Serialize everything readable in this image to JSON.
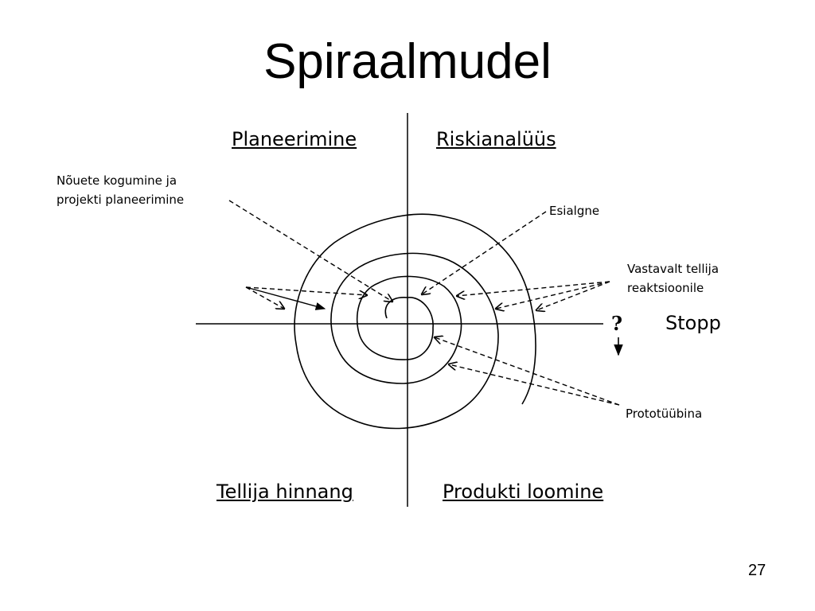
{
  "title": "Spiraalmudel",
  "quadrants": {
    "top_left": "Planeerimine",
    "top_right": "Riskianalüüs",
    "bottom_left": "Tellija hinnang",
    "bottom_right": "Produkti loomine"
  },
  "annotations": {
    "requirements_line1": "Nõuete kogumine ja",
    "requirements_line2": "projekti planeerimine",
    "initial": "Esialgne",
    "customer_reaction_line1": "Vastavalt tellija",
    "customer_reaction_line2": "reaktsioonile",
    "prototype": "Prototüübina"
  },
  "decision": {
    "question": "?",
    "stop": "Stopp"
  },
  "page_number": "27"
}
